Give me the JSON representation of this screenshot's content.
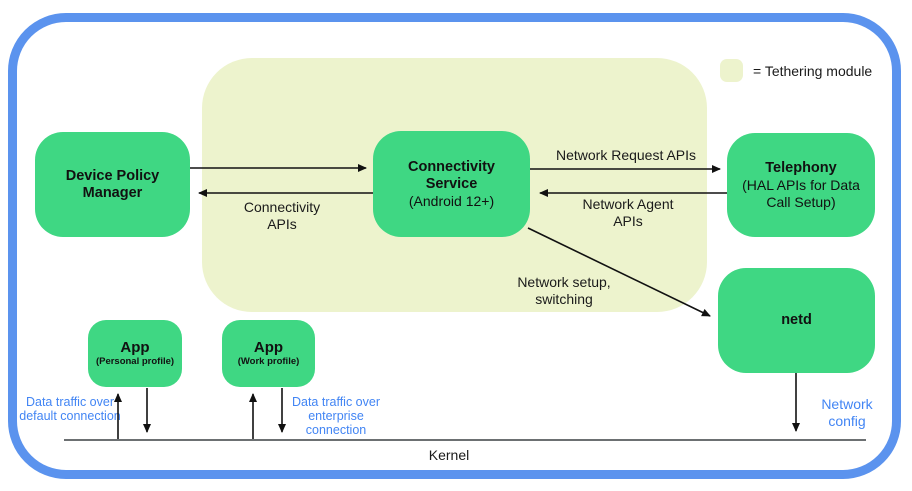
{
  "legend": {
    "label": "= Tethering module"
  },
  "nodes": {
    "device_policy_manager": {
      "title": "Device Policy Manager"
    },
    "connectivity_service": {
      "title": "Connectivity Service",
      "subtitle": "(Android 12+)"
    },
    "telephony": {
      "title": "Telephony",
      "subtitle": "(HAL APIs for Data Call Setup)"
    },
    "netd": {
      "title": "netd"
    },
    "app_personal": {
      "title": "App",
      "subtitle": "(Personal profile)"
    },
    "app_work": {
      "title": "App",
      "subtitle": "(Work profile)"
    }
  },
  "edge_labels": {
    "connectivity_apis": "Connectivity APIs",
    "network_request_apis": "Network Request APIs",
    "network_agent_apis": "Network Agent APIs",
    "network_setup_switching": "Network setup, switching",
    "data_traffic_default": "Data traffic over default connection",
    "data_traffic_enterprise": "Data traffic over enterprise connection",
    "network_config": "Network config"
  },
  "kernel": {
    "label": "Kernel"
  },
  "colors": {
    "node_fill": "#3fd783",
    "tethering_fill": "#edf3cd",
    "device_border_blue": "#5b93ee",
    "blue_text": "#4285f4",
    "arrow_black": "#111111"
  }
}
